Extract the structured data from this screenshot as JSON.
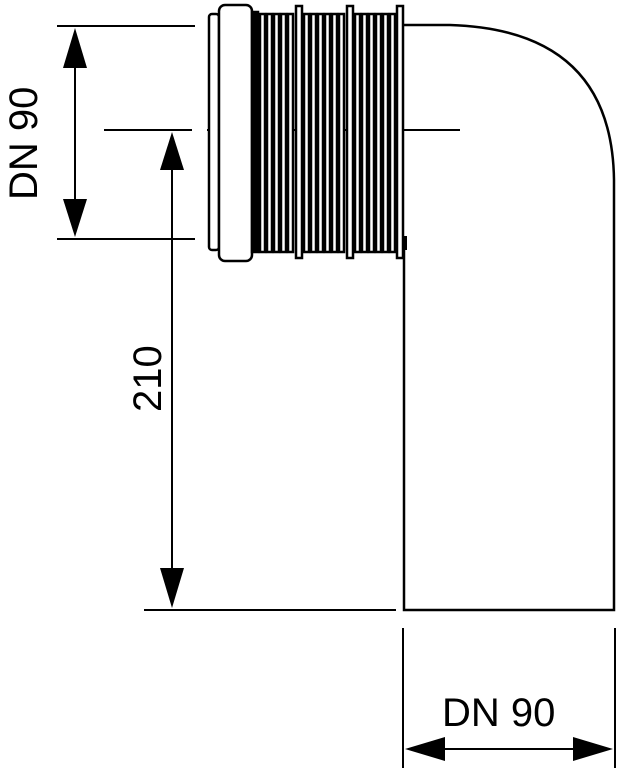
{
  "diagram": {
    "type": "technical-drawing",
    "subject": "90-degree pipe bend with ribbed socket",
    "colors": {
      "line": "#000000",
      "background": "#ffffff"
    },
    "dimensions": {
      "socket_diameter": {
        "label": "DN 90",
        "orientation": "vertical"
      },
      "height": {
        "label": "210",
        "orientation": "vertical"
      },
      "outlet_diameter": {
        "label": "DN 90",
        "orientation": "horizontal"
      }
    }
  }
}
